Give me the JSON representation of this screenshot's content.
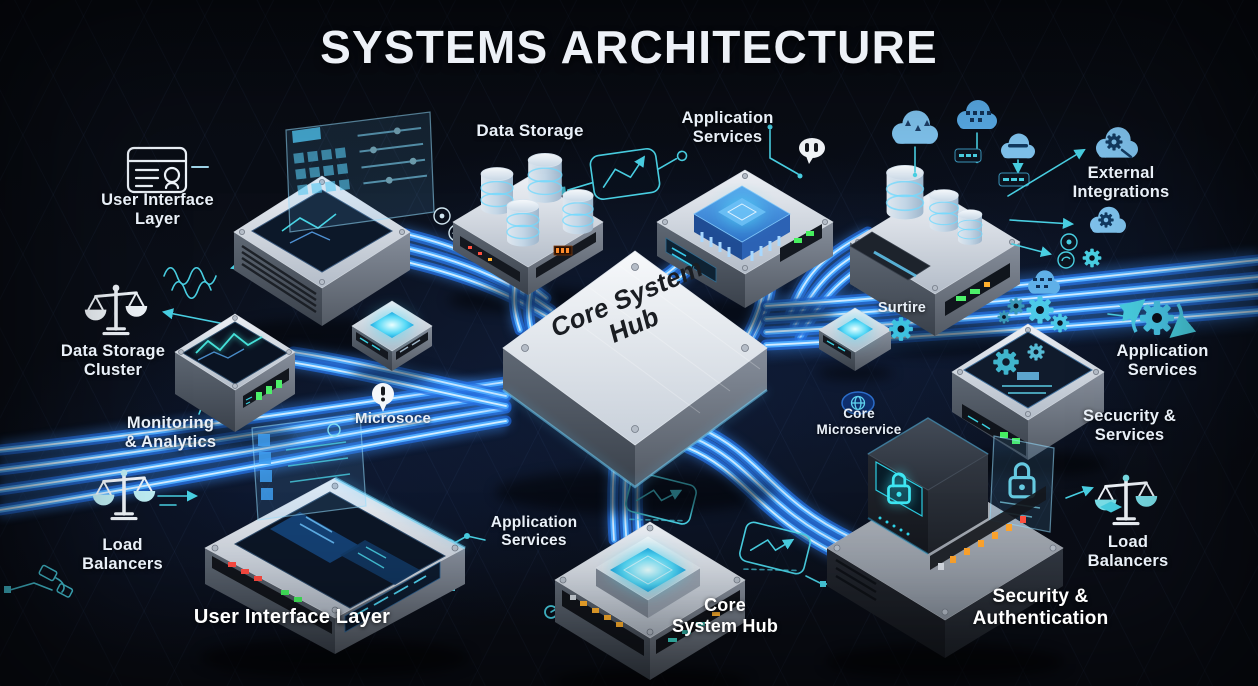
{
  "title": "SYSTEMS ARCHITECTURE",
  "hub": {
    "label": "Core System\nHub"
  },
  "labels": {
    "ui_top": "User Interface\nLayer",
    "data_storage": "Data Storage",
    "app_services_top": "Application\nServices",
    "external_integrations": "External\nIntegrations",
    "data_storage_cluster": "Data Storage\nCluster",
    "monitoring_analytics": "Monitoring\n& Analytics",
    "microservice_left": "Microsoce",
    "surtire": "Surtire",
    "core_microservice": "Core\nMicroservice",
    "app_services_right": "Application\nServices",
    "security_services": "Secucrity &\nServices",
    "load_balancers_left": "Load\nBalancers",
    "ui_bottom": "User Interface Layer",
    "app_services_bottom": "Application\nServices",
    "core_hub_bottom": "Core\nSystem Hub",
    "security_auth": "Security &\nAuthentication",
    "load_balancers_right": "Load\nBalancers"
  },
  "colors": {
    "background": "#0a0d15",
    "title_text": "#edf1f7",
    "label_text": "#e9f0f8",
    "cable_glow": "#1a5fd6",
    "cable_mid": "#4fadff",
    "cable_core": "#e2f4ff",
    "accent_teal": "#49cfe2",
    "cloud_blue": "#7fc2ec",
    "metal_light": "#eef1f6",
    "metal_dark": "#3c434d",
    "led_green": "#47f05f",
    "led_red": "#ff4b42",
    "led_amber": "#ffb02e",
    "chip_glow": "#54d8f6",
    "hub_text": "#1a1d22"
  },
  "icons": {
    "browser-window-icon": "▤",
    "scales-icon": "⚖",
    "exclamation-bubble-icon": "❗",
    "alert-bubble-icon": "💬",
    "cloud-icon": "☁",
    "cloud-gear-icon": "☁⚙",
    "gear-icon": "⚙",
    "gear-sync-icon": "⚙↻",
    "lock-icon": "🔒",
    "database-cylinder-icon": "⛁",
    "line-chart-icon": "📈",
    "wave-signal-icon": "〰",
    "globe-badge-icon": "🌐",
    "arrow-icon": "➔"
  },
  "connections": [
    {
      "from": "User Interface Layer",
      "to": "Core System Hub"
    },
    {
      "from": "Data Storage",
      "to": "Core System Hub"
    },
    {
      "from": "Application Services (top)",
      "to": "Core System Hub"
    },
    {
      "from": "External Integrations",
      "to": "Core System Hub"
    },
    {
      "from": "Monitoring & Analytics",
      "to": "Core System Hub"
    },
    {
      "from": "Core System Hub",
      "to": "Application Services (right)"
    },
    {
      "from": "Core System Hub",
      "to": "User Interface Layer (bottom)"
    },
    {
      "from": "Core System Hub",
      "to": "Application Services (bottom)"
    },
    {
      "from": "Core System Hub",
      "to": "Security & Authentication"
    }
  ]
}
